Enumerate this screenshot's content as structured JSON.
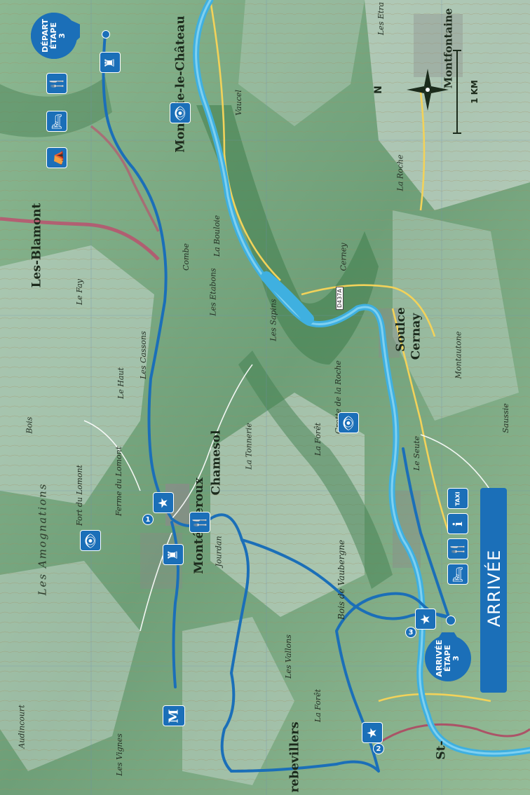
{
  "map": {
    "places": {
      "montecheroux": "Montécheroux",
      "chamesol": "Chamesol",
      "montjoie": "Montjoie-le-Château",
      "soulce": "Soulce",
      "cernay": "Cernay",
      "les_blamont": "Les-Blamont",
      "bois_genes": "Bois",
      "les_amognations": "Les Amognations",
      "les_vignes": "Les Vignes",
      "les_vallons": "Les Vallons",
      "la_foret": "La Forêt",
      "bois_de_vaubergne": "Bois de Vaubergne",
      "la_tonnerie": "La Tonnerie",
      "jourdan": "Jourdan",
      "la_foret2": "La Forêt",
      "grotte": "Grotte de la Roche",
      "la_combe": "Combe",
      "les_etabons": "Les Etabons",
      "la_bouloie": "La Bouloie",
      "lu_seute": "Le Seute",
      "montautone": "Montautone",
      "vaucel": "Vaucel",
      "audincourt": "Audincourt",
      "le_fay": "Le Fay",
      "le_haut": "Le Haut",
      "les_cassons": "Les Cassons",
      "ebevillers": "rebevillers",
      "montfontaine": "Montfontaine",
      "la_roche": "La Roche",
      "saussie": "Saussie",
      "les_sapins": "Les Sapins",
      "cerney": "Cerney",
      "ferme": "Ferme du Lomont",
      "fort": "Fort du Lomont",
      "les_etra": "Les Etra",
      "st_hippolyte": "St-"
    },
    "road_tag": "D437A",
    "scale": "1 KM",
    "north": "N",
    "route_color": "#1b6fb8",
    "river_color": "#3fb0e0"
  },
  "markers": {
    "depart": {
      "line1": "DÉPART",
      "line2": "ÉTAPE",
      "line3": "3"
    },
    "arrivee_pin": {
      "line1": "ARRIVÉE",
      "line2": "ÉTAPE",
      "line3": "3"
    },
    "arrivee_banner": "ARRIVÉE",
    "waypoint_1": "1",
    "waypoint_2": "2",
    "waypoint_3": "3",
    "taxi": "TAXI",
    "info": "i"
  }
}
